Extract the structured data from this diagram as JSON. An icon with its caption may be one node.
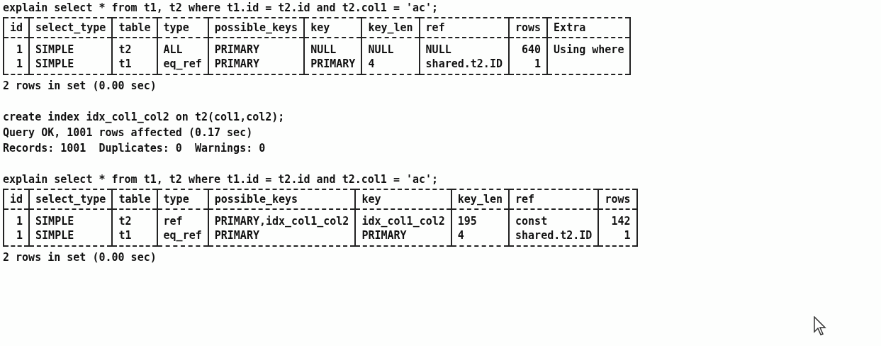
{
  "diagram": {
    "labels": [
      "explain select * from t1, t2 where t1.id = t2.id and t2.col1 = 'ac';",
      "id",
      "select_type",
      "table",
      "type",
      "possible_keys",
      "key",
      "key_len",
      "ref",
      "rows",
      "Extra",
      "1",
      "SIMPLE",
      "t2",
      "ALL",
      "PRIMARY",
      "NULL",
      "NULL",
      "NULL",
      "640",
      "Using where",
      "1",
      "SIMPLE",
      "t1",
      "eq_ref",
      "PRIMARY",
      "PRIMARY",
      "4",
      "shared.t2.ID",
      "1",
      "2 rows in set (0.00 sec)",
      "create index idx_col1_col2 on t2(col1,col2);",
      "Query OK, 1001 rows affected (0.17 sec)",
      "Records: 1001  Duplicates: 0  Warnings: 0",
      "explain select * from t1, t2 where t1.id = t2.id and t2.col1 = 'ac';",
      "id",
      "select_type",
      "table",
      "type",
      "possible_keys",
      "key",
      "key_len",
      "ref",
      "rows",
      "1",
      "SIMPLE",
      "t2",
      "ref",
      "PRIMARY,idx_col1_col2",
      "idx_col1_col2",
      "195",
      "const",
      "142",
      "1",
      "SIMPLE",
      "t1",
      "eq_ref",
      "PRIMARY",
      "PRIMARY",
      "4",
      "shared.t2.ID",
      "1",
      "2 rows in set (0.00 sec)"
    ]
  }
}
